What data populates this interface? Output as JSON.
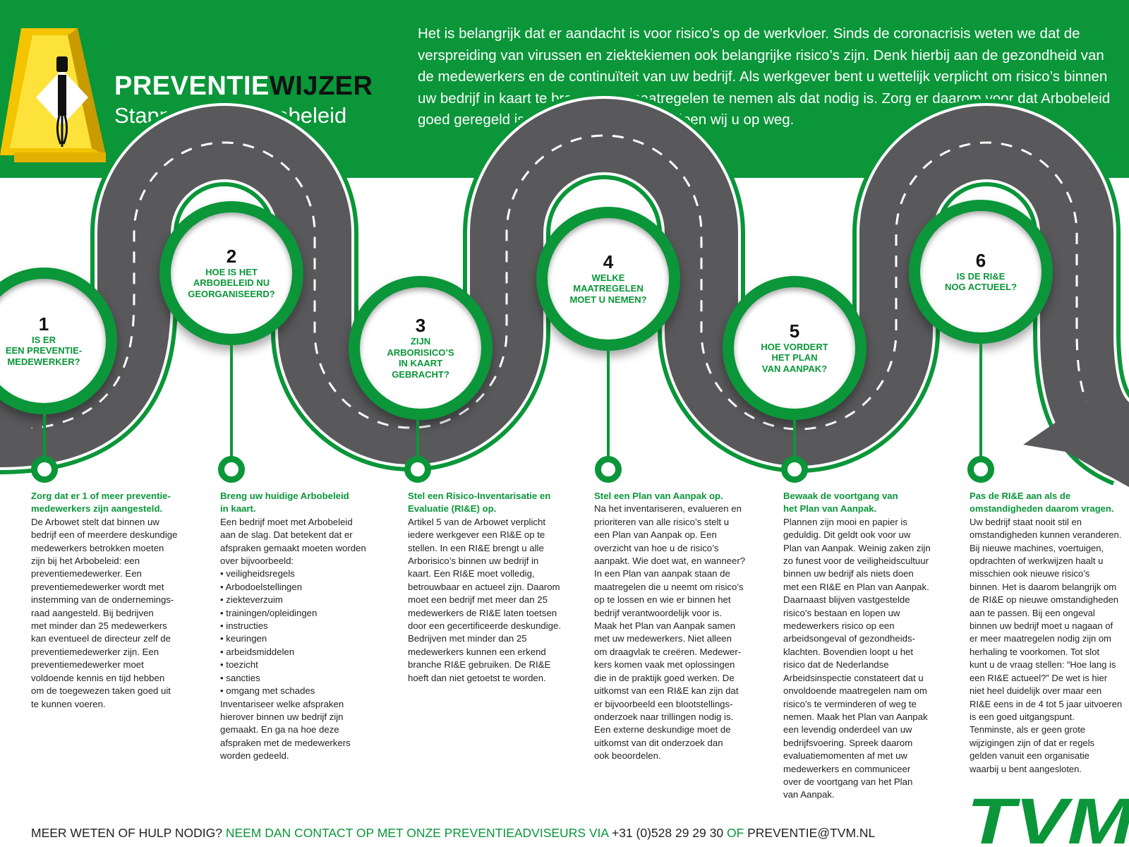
{
  "brand": {
    "title_part1": "PREVENTIE",
    "title_part2": "WIJZER",
    "subtitle": "Stappenplan Arbobeleid"
  },
  "intro": "Het is belangrijk dat er aandacht is voor risico’s op de werkvloer. Sinds de coronacrisis weten we dat de verspreiding van virussen en ziektekiemen ook belangrijke risico’s zijn. Denk hierbij aan de gezondheid van de medewerkers en de continuïteit van uw bedrijf. Als werkgever bent u wettelijk verplicht om risico’s binnen uw bedrijf in kaart te brengen en maatregelen te nemen als dat nodig is. Zorg er daarom voor dat Arbobeleid goed geregeld is. Met dit stappenplan helpen wij u op weg.",
  "colors": {
    "green": "#0a9639",
    "road": "#59595b",
    "dark": "#111111"
  },
  "steps": [
    {
      "num": "1",
      "question_lines": [
        "IS ER",
        "EEN PREVENTIE-",
        "MEDEWERKER?"
      ]
    },
    {
      "num": "2",
      "question_lines": [
        "HOE IS HET",
        "ARBOBELEID NU",
        "GEORGANISEERD?"
      ]
    },
    {
      "num": "3",
      "question_lines": [
        "ZIJN",
        "ARBORISICO’S",
        "IN KAART",
        "GEBRACHT?"
      ]
    },
    {
      "num": "4",
      "question_lines": [
        "WELKE",
        "MAATREGELEN",
        "MOET U NEMEN?"
      ]
    },
    {
      "num": "5",
      "question_lines": [
        "HOE VORDERT",
        "HET PLAN",
        "VAN AANPAK?"
      ]
    },
    {
      "num": "6",
      "question_lines": [
        "IS DE RI&E",
        "NOG ACTUEEL?"
      ]
    }
  ],
  "columns": [
    {
      "heading": "Zorg dat er 1 of meer preventie-\nmedewerkers zijn aangesteld.",
      "body": "De Arbowet stelt dat binnen uw\nbedrijf een of meerdere deskundige\nmedewerkers betrokken moeten\nzijn bij het Arbobeleid: een\npreventiemedewerker. Een\npreventiemedewerker wordt met\ninstemming van de ondernemings-\nraad aangesteld. Bij bedrijven\nmet minder dan 25 medewerkers\nkan eventueel de directeur zelf de\npreventiemedewerker zijn. Een\npreventiemedewerker moet\nvoldoende kennis en tijd hebben\nom de toegewezen taken goed uit\nte kunnen voeren."
    },
    {
      "heading": "Breng uw huidige Arbobeleid\nin kaart.",
      "body": "Een bedrijf moet met Arbobeleid\naan de slag. Dat betekent dat er\nafspraken gemaakt moeten worden\nover bijvoorbeeld:\n   • veiligheidsregels\n   • Arbodoelstellingen\n   • ziekteverzuim\n   • trainingen/opleidingen\n   • instructies\n   • keuringen\n   • arbeidsmiddelen\n   • toezicht\n   • sancties\n   • omgang met schades\nInventariseer welke afspraken\nhierover binnen uw bedrijf zijn\ngemaakt. En ga na hoe deze\nafspraken met de medewerkers\nworden gedeeld."
    },
    {
      "heading": "Stel een Risico-Inventarisatie en\nEvaluatie (RI&E) op.",
      "body": "Artikel 5 van de Arbowet verplicht\niedere werkgever een RI&E op te\nstellen. In een RI&E brengt u alle\nArborisico’s binnen uw bedrijf in\nkaart. Een RI&E moet volledig,\nbetrouwbaar en actueel zijn. Daarom\nmoet een bedrijf met meer dan 25\nmedewerkers de RI&E laten toetsen\ndoor een gecertificeerde deskundige.\nBedrijven met minder dan 25\nmedewerkers kunnen een erkend\nbranche RI&E gebruiken. De RI&E\nhoeft dan niet getoetst te worden."
    },
    {
      "heading": "Stel een Plan van Aanpak op.",
      "body": "Na het inventariseren, evalueren en\nprioriteren van alle risico’s stelt u\neen Plan van Aanpak op. Een\noverzicht van hoe u de risico’s\naanpakt. Wie doet wat, en wanneer?\nIn een Plan van aanpak staan de\nmaatregelen die u neemt om risico’s\nop te lossen en wie er binnen het\nbedrijf verantwoordelijk voor is.\nMaak het Plan van Aanpak samen\nmet uw medewerkers. Niet alleen\nom draagvlak te creëren. Medewer-\nkers komen vaak met oplossingen\ndie in de praktijk goed werken. De\nuitkomst van een RI&E kan zijn dat\ner bijvoorbeeld een blootstellings-\nonderzoek naar trillingen nodig is.\nEen externe deskundige moet de\nuitkomst van dit onderzoek dan\nook beoordelen."
    },
    {
      "heading": "Bewaak de voortgang van\nhet Plan van Aanpak.",
      "body": "Plannen zijn mooi en papier is\ngeduldig. Dit geldt ook voor uw\nPlan van Aanpak. Weinig zaken zijn\nzo funest voor de veiligheidscultuur\nbinnen uw bedrijf als niets doen\nmet een RI&E en Plan van Aanpak.\nDaarnaast blijven vastgestelde\nrisico’s bestaan en lopen uw\nmedewerkers risico op een\narbeidsongeval of gezondheids-\nklachten. Bovendien loopt u het\nrisico dat de Nederlandse\nArbeidsinspectie constateert dat u\nonvoldoende maatregelen nam om\nrisico’s te verminderen of weg te\nnemen. Maak het Plan van Aanpak\neen levendig onderdeel van uw\nbedrijfsvoering. Spreek daarom\nevaluatiemomenten af met uw\nmedewerkers en communiceer\nover de voortgang van het Plan\nvan Aanpak."
    },
    {
      "heading": "Pas de RI&E aan als de\nomstandigheden daarom vragen.",
      "body": "Uw bedrijf staat nooit stil en\nomstandigheden kunnen veranderen.\nBij nieuwe machines, voertuigen,\nopdrachten of werkwijzen haalt u\nmisschien ook nieuwe risico’s\nbinnen. Het is daarom belangrijk om\nde RI&E op nieuwe omstandigheden\naan te passen. Bij een ongeval\nbinnen uw bedrijf moet u nagaan of\ner meer maatregelen nodig zijn om\nherhaling te voorkomen. Tot slot\nkunt u de vraag stellen: “Hoe lang is\neen RI&E actueel?” De wet is hier\nniet heel duidelijk over maar een\nRI&E eens in de 4 tot 5 jaar uitvoeren\nis een goed uitgangspunt.\nTenminste, als er geen grote\nwijzigingen zijn of dat er regels\ngelden vanuit een organisatie\nwaarbij u bent aangesloten."
    }
  ],
  "footer": {
    "part1": "MEER WETEN OF HULP NODIG? ",
    "part2": "NEEM DAN CONTACT OP MET ONZE PREVENTIEADVISEURS VIA ",
    "phone": "+31 (0)528 29 29 30",
    "part3": " OF ",
    "email": "PREVENTIE@TVM.NL"
  },
  "logo_text": "TVM"
}
